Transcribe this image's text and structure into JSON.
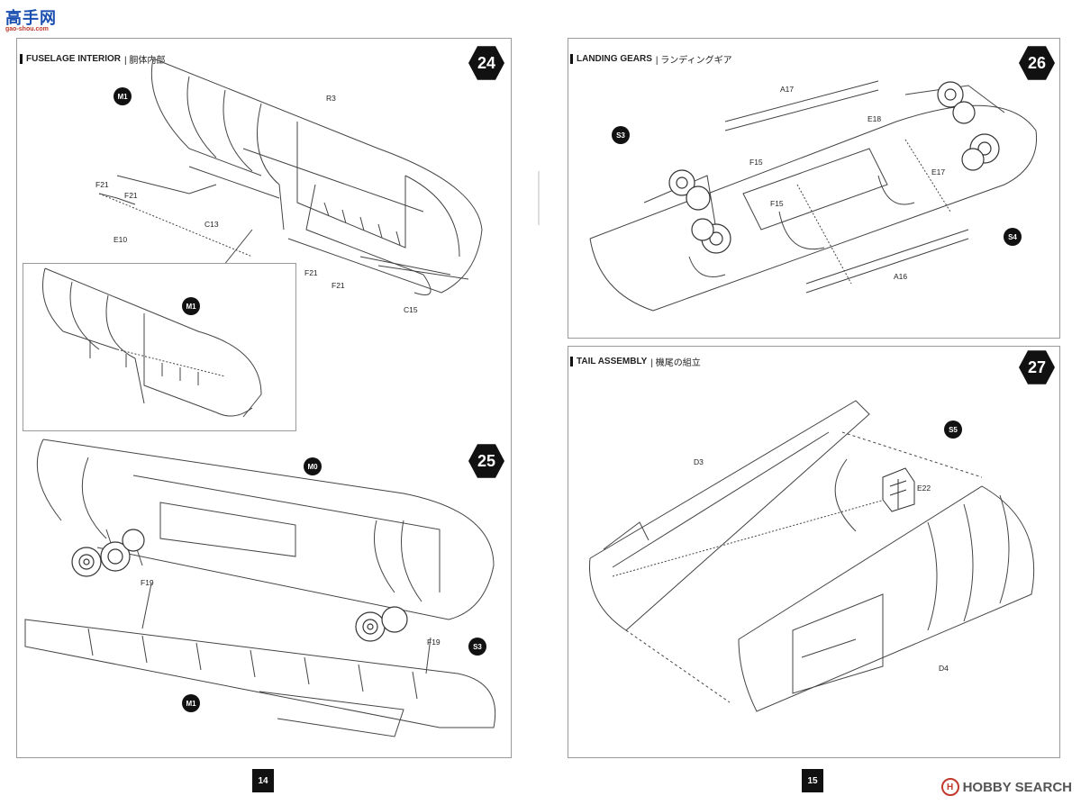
{
  "watermark": {
    "chars": "高手网",
    "url": "gao-shou.com"
  },
  "steps": {
    "s24": {
      "number": "24",
      "title": "FUSELAGE INTERIOR",
      "subtitle": "| 胴体内部"
    },
    "s25": {
      "number": "25"
    },
    "s26": {
      "number": "26",
      "title": "LANDING GEARS",
      "subtitle": "| ランディングギア"
    },
    "s27": {
      "number": "27",
      "title": "TAIL ASSEMBLY",
      "subtitle": "| 機尾の組立"
    }
  },
  "markers": {
    "m1_a": "M1",
    "m1_b": "M1",
    "m0": "M0",
    "s3_a": "S3",
    "m1_c": "M1",
    "s3_b": "S3",
    "s4": "S4",
    "s5": "S5"
  },
  "part_labels": {
    "r3": "R3",
    "f21_a": "F21",
    "f21_b": "F21",
    "c13": "C13",
    "e10": "E10",
    "f21_c": "F21",
    "f21_d": "F21",
    "c15": "C15",
    "f19_a": "F19",
    "f19_b": "F19",
    "a17": "A17",
    "e18": "E18",
    "f15_a": "F15",
    "f15_b": "F15",
    "e17": "E17",
    "a16": "A16",
    "d3": "D3",
    "e22": "E22",
    "d4": "D4"
  },
  "pages": {
    "left": "14",
    "right": "15"
  },
  "brand": {
    "mark": "H",
    "text": "HOBBY SEARCH"
  }
}
